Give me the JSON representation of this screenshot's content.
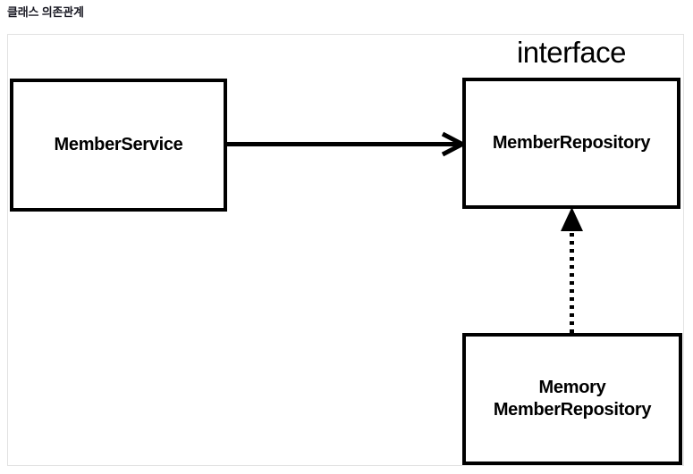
{
  "page": {
    "title": "클래스 의존관계",
    "background_color": "#ffffff",
    "frame_border_color": "#e2e2e2",
    "stroke_color": "#000000"
  },
  "diagram": {
    "type": "uml-class-dependency",
    "nodes": [
      {
        "id": "member-service",
        "label": "MemberService",
        "lines": [
          "MemberService"
        ],
        "stereotype": null,
        "shape": "rectangle",
        "border_color": "#000000",
        "fill_color": "#ffffff"
      },
      {
        "id": "member-repository",
        "label": "MemberRepository",
        "lines": [
          "MemberRepository"
        ],
        "stereotype": "interface",
        "shape": "rectangle",
        "border_color": "#000000",
        "fill_color": "#ffffff"
      },
      {
        "id": "memory-member-repository",
        "label": "MemoryMemberRepository",
        "lines": [
          "Memory",
          "MemberRepository"
        ],
        "stereotype": null,
        "shape": "rectangle",
        "border_color": "#000000",
        "fill_color": "#ffffff"
      }
    ],
    "edges": [
      {
        "id": "dependency-edge",
        "from": "member-service",
        "to": "member-repository",
        "style": "solid",
        "arrowhead": "open-v",
        "relation": "dependency",
        "direction": "horizontal-right"
      },
      {
        "id": "realization-edge",
        "from": "memory-member-repository",
        "to": "member-repository",
        "style": "dotted",
        "arrowhead": "filled-triangle",
        "relation": "implements",
        "direction": "vertical-up"
      }
    ]
  }
}
